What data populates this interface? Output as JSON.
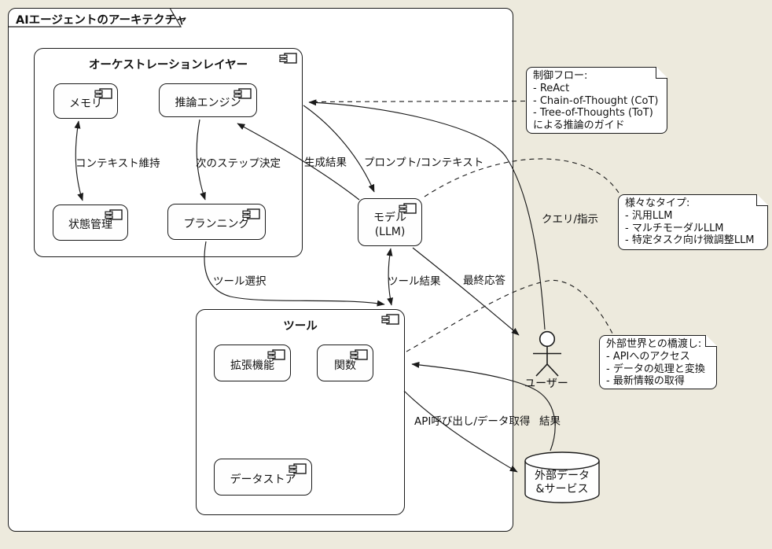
{
  "diagram": {
    "frame_title": "AIエージェントのアーキテクチャ",
    "orchestration": {
      "title": "オーケストレーションレイヤー",
      "memory": "メモリ",
      "reasoning": "推論エンジン",
      "state": "状態管理",
      "planning": "プランニング"
    },
    "model": {
      "line1": "モデル",
      "line2": "(LLM)"
    },
    "tools": {
      "title": "ツール",
      "extensions": "拡張機能",
      "functions": "関数",
      "datastore": "データストア"
    },
    "actor": {
      "label": "ユーザー"
    },
    "database": {
      "line1": "外部データ",
      "line2": "&サービス"
    },
    "notes": {
      "control_flow": [
        "制御フロー:",
        "- ReAct",
        "- Chain-of-Thought (CoT)",
        "- Tree-of-Thoughts (ToT)",
        "による推論のガイド"
      ],
      "llm_types": [
        "様々なタイプ:",
        "- 汎用LLM",
        "- マルチモーダルLLM",
        "- 特定タスク向け微調整LLM"
      ],
      "bridge": [
        "外部世界との橋渡し:",
        "- APIへのアクセス",
        "- データの処理と変換",
        "- 最新情報の取得"
      ]
    },
    "edge_labels": {
      "context": "コンテキスト維持",
      "next_step": "次のステップ決定",
      "gen_result": "生成結果",
      "prompt": "プロンプト/コンテキスト",
      "query": "クエリ/指示",
      "tool_select": "ツール選択",
      "tool_result": "ツール結果",
      "final_response": "最終応答",
      "api_call": "API呼び出し/データ取得",
      "result": "結果"
    },
    "colors": {
      "background": "#EDEADD",
      "surface": "#FFFFFF",
      "line": "#1A1A1A"
    }
  }
}
